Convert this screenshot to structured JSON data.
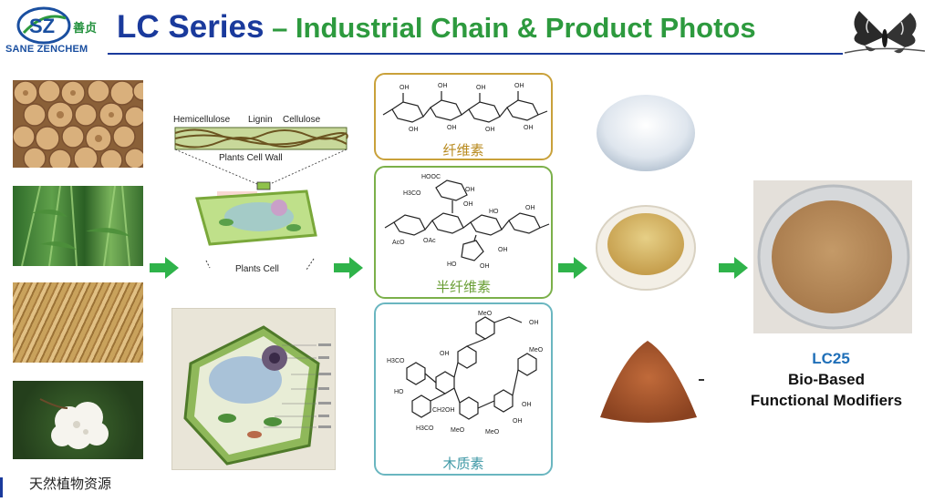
{
  "header": {
    "logo_chinese": "善贞",
    "logo_name": "SANE ZENCHEM",
    "logo_mark": "SZ",
    "title_main": "LC Series",
    "title_sub": " – Industrial Chain & Product Photos",
    "brand_blue": "#1a3a9c",
    "brand_green": "#2d9a3e"
  },
  "raw_materials": {
    "caption": "天然植物资源",
    "items": [
      "wood-logs-photo",
      "bamboo-photo",
      "straw-photo",
      "cotton-photo"
    ]
  },
  "cell": {
    "labels": {
      "hemicellulose": "Hemicellulose",
      "lignin": "Lignin",
      "cellulose": "Cellulose",
      "cell_wall": "Plants Cell Wall",
      "plants_cell": "Plants Cell"
    }
  },
  "molecules": [
    {
      "id": "cellulose",
      "name": "纤维素",
      "color": "#c9a13a"
    },
    {
      "id": "hemicellulose",
      "name": "半纤维素",
      "color": "#7bb04a"
    },
    {
      "id": "lignin",
      "name": "木质素",
      "color": "#6ab6c0"
    }
  ],
  "product": {
    "name": "LC25",
    "desc_line1": "Bio-Based",
    "desc_line2": "Functional Modifiers"
  },
  "arrow_color": "#2fb34a"
}
